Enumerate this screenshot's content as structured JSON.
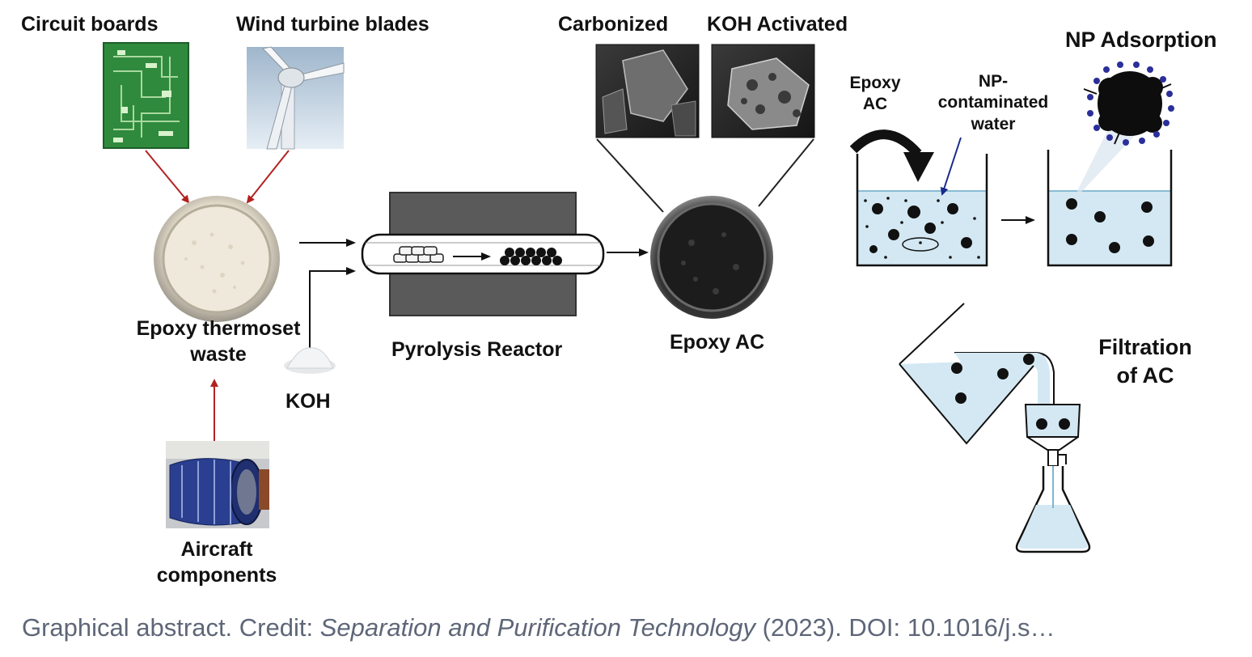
{
  "colors": {
    "arrow_red": "#b22222",
    "arrow_black": "#111111",
    "water": "#cfe6f2",
    "reactor_gray": "#5a5a5a",
    "caption": "#5e6678"
  },
  "sources": {
    "circuit_boards": "Circuit boards",
    "wind_turbine_blades": "Wind turbine blades",
    "aircraft_components": [
      "Aircraft",
      "components"
    ]
  },
  "process": {
    "waste_label": [
      "Epoxy thermoset",
      "waste"
    ],
    "koh_label": "KOH",
    "reactor_label": "Pyrolysis Reactor",
    "product_label": "Epoxy AC",
    "sem_carbonized": "Carbonized",
    "sem_koh_activated": "KOH Activated"
  },
  "adsorption": {
    "np_adsorption": "NP Adsorption",
    "epoxy_ac": [
      "Epoxy",
      "AC"
    ],
    "np_water": [
      "NP-",
      "contaminated",
      "water"
    ],
    "filtration": [
      "Filtration",
      "of AC"
    ]
  },
  "caption": {
    "prefix": "Graphical abstract. Credit: ",
    "journal": "Separation and Purification Technology",
    "suffix": " (2023). DOI: 10.1016/j.s…"
  }
}
